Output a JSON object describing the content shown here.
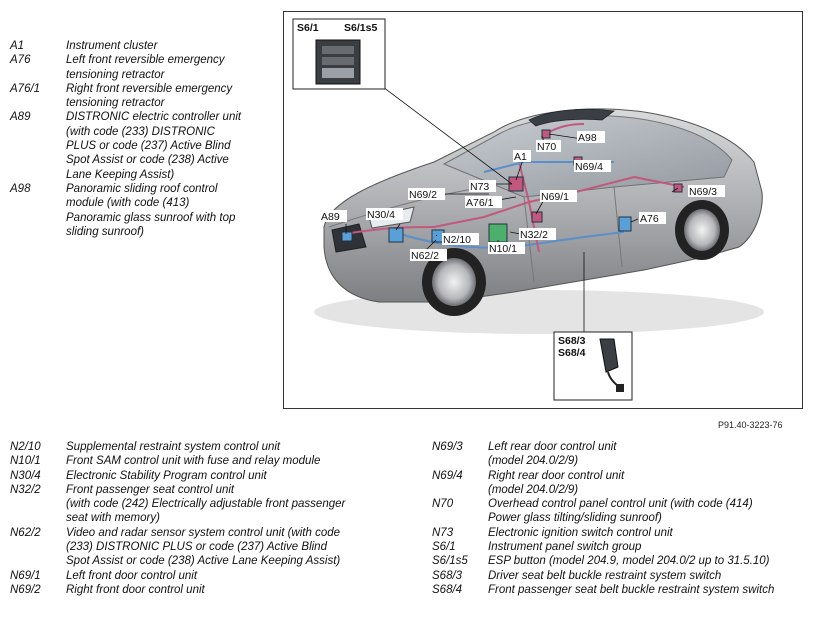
{
  "legend_top": [
    {
      "code": "A1",
      "lines": [
        "Instrument cluster"
      ]
    },
    {
      "code": "A76",
      "lines": [
        "Left front reversible emergency",
        "tensioning retractor"
      ]
    },
    {
      "code": "A76/1",
      "lines": [
        "Right front reversible emergency",
        "tensioning retractor"
      ]
    },
    {
      "code": "A89",
      "lines": [
        "DISTRONIC electric controller unit",
        "(with code (233) DISTRONIC",
        "PLUS or code (237) Active Blind",
        "Spot Assist or code (238) Active",
        "Lane Keeping Assist)"
      ]
    },
    {
      "code": "A98",
      "lines": [
        "Panoramic sliding roof control",
        "module (with code (413)",
        "Panoramic glass sunroof with top",
        "sliding sunroof)"
      ]
    }
  ],
  "legend_bottom_left": [
    {
      "code": "N2/10",
      "lines": [
        "Supplemental restraint system control unit"
      ]
    },
    {
      "code": "N10/1",
      "lines": [
        "Front SAM control unit with fuse and relay module"
      ]
    },
    {
      "code": "N30/4",
      "lines": [
        "Electronic Stability Program control unit"
      ]
    },
    {
      "code": "N32/2",
      "lines": [
        "Front passenger seat control unit",
        "(with code (242) Electrically adjustable front passenger",
        "seat with memory)"
      ]
    },
    {
      "code": "N62/2",
      "lines": [
        "Video and radar sensor system control unit (with code",
        "(233) DISTRONIC PLUS or code (237) Active Blind",
        "Spot Assist or code (238) Active Lane Keeping Assist)"
      ]
    },
    {
      "code": "N69/1",
      "lines": [
        "Left front door control unit"
      ]
    },
    {
      "code": "N69/2",
      "lines": [
        "Right front door control unit"
      ]
    }
  ],
  "legend_bottom_right": [
    {
      "code": "N69/3",
      "lines": [
        "Left rear door control unit",
        "(model 204.0/2/9)"
      ]
    },
    {
      "code": "N69/4",
      "lines": [
        "Right rear door control unit",
        "(model 204.0/2/9)"
      ]
    },
    {
      "code": "N70",
      "lines": [
        "Overhead control panel control unit (with code (414)",
        "Power glass tilting/sliding sunroof)"
      ]
    },
    {
      "code": "N73",
      "lines": [
        "Electronic ignition switch control unit"
      ]
    },
    {
      "code": "S6/1",
      "lines": [
        "Instrument panel switch group"
      ]
    },
    {
      "code": "S6/1s5",
      "lines": [
        "ESP button (model 204.9, model 204.0/2 up to 31.5.10)"
      ]
    },
    {
      "code": "S68/3",
      "lines": [
        "Driver seat belt buckle restraint system switch"
      ]
    },
    {
      "code": "S68/4",
      "lines": [
        "Front passenger seat belt buckle restraint system switch"
      ]
    }
  ],
  "figure": {
    "reference": "P91.40-3223-76",
    "inset_switch": {
      "label_left": "S6/1",
      "label_right": "S6/1s5"
    },
    "inset_buckle": {
      "label_1": "S68/3",
      "label_2": "S68/4"
    },
    "callouts": {
      "a98": "A98",
      "n70": "N70",
      "a1": "A1",
      "n69_4": "N69/4",
      "n73": "N73",
      "n69_2": "N69/2",
      "n69_1": "N69/1",
      "n69_3": "N69/3",
      "a76_1": "A76/1",
      "a89": "A89",
      "n30_4": "N30/4",
      "a76": "A76",
      "n32_2": "N32/2",
      "n2_10": "N2/10",
      "n10_1": "N10/1",
      "n62_2": "N62/2"
    }
  }
}
